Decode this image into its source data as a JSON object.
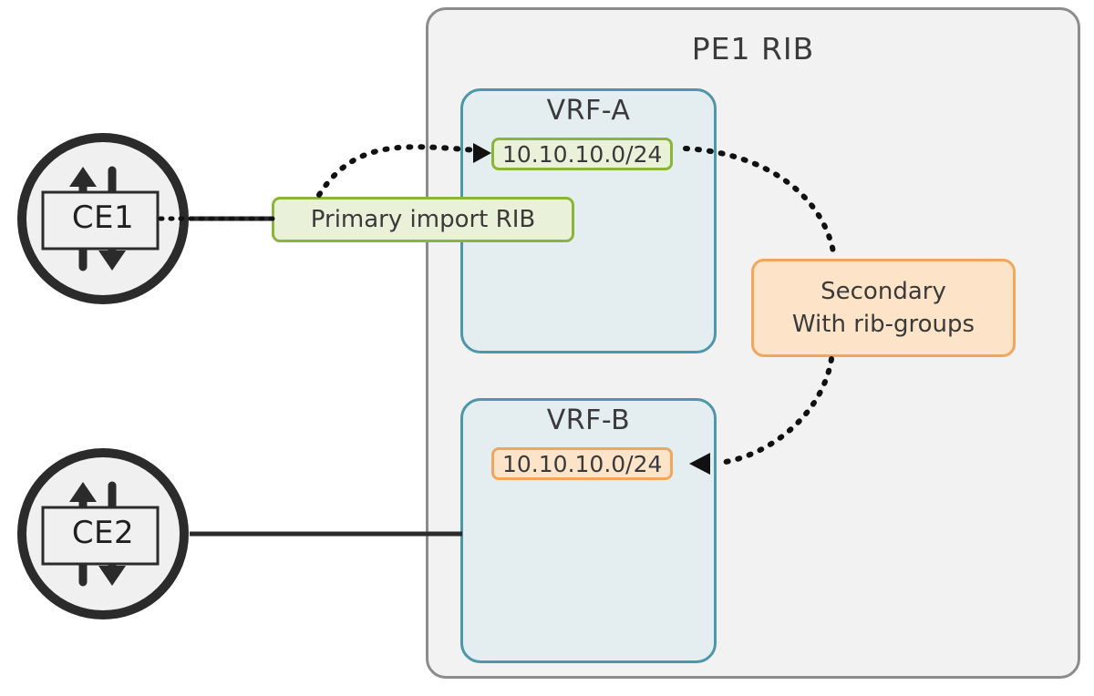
{
  "diagram": {
    "title": "PE1 RIB",
    "container_label": "PE1 RIB"
  },
  "colors": {
    "container_border": "#8c8c8c",
    "container_fill": "#f2f2f2",
    "vrf_border": "#4d97a8",
    "vrf_fill": "#e4eef1",
    "primary_border": "#8cb33c",
    "primary_fill": "#e9f2d8",
    "secondary_border": "#efa75f",
    "secondary_fill": "#fde4c8",
    "link_line": "#2b2b2b"
  },
  "routers": [
    {
      "name": "CE1",
      "label": "CE1",
      "icon": "router-icon"
    },
    {
      "name": "CE2",
      "label": "CE2",
      "icon": "router-icon"
    }
  ],
  "vrfs": [
    {
      "name": "VRF-A",
      "title": "VRF-A",
      "prefix": "10.10.10.0/24",
      "prefix_style": "primary"
    },
    {
      "name": "VRF-B",
      "title": "VRF-B",
      "prefix": "10.10.10.0/24",
      "prefix_style": "secondary"
    }
  ],
  "callouts": {
    "primary": {
      "label": "Primary import RIB"
    },
    "secondary": {
      "line1": "Secondary",
      "line2": "With rib-groups"
    }
  },
  "connections": [
    {
      "from": "CE1",
      "to": "VRF-A",
      "style": "solid"
    },
    {
      "from": "CE2",
      "to": "VRF-B",
      "style": "solid"
    },
    {
      "from": "Primary import RIB",
      "to": "VRF-A 10.10.10.0/24",
      "style": "dotted-arrow"
    },
    {
      "from": "VRF-A 10.10.10.0/24",
      "to": "Secondary With rib-groups",
      "style": "dotted"
    },
    {
      "from": "Secondary With rib-groups",
      "to": "VRF-B 10.10.10.0/24",
      "style": "dotted-arrow"
    }
  ]
}
